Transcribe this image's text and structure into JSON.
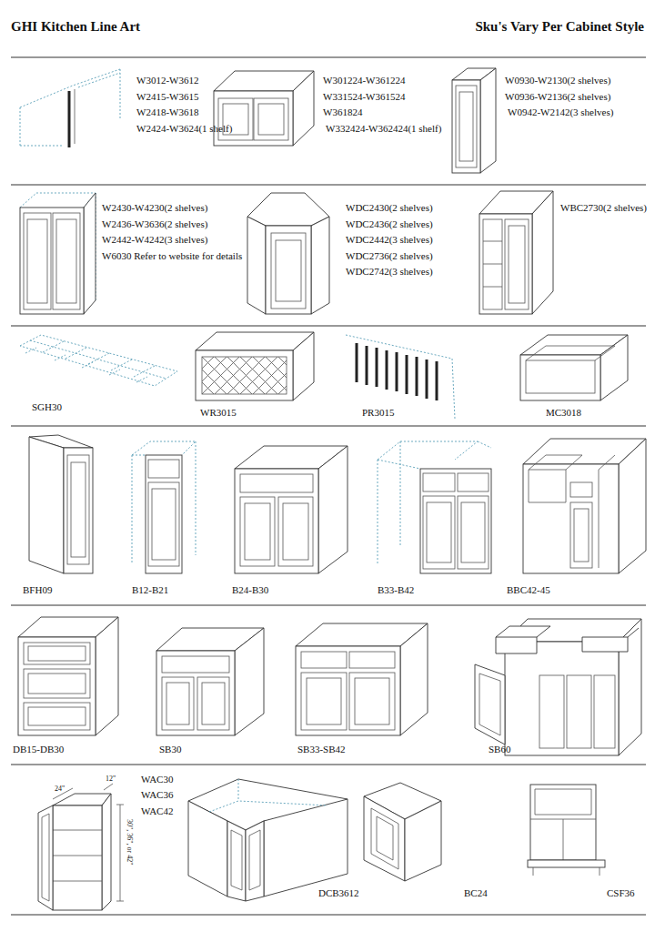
{
  "diagram": {
    "title": "GHI Kitchen Line Art",
    "labels": [
      "Sku's Vary Per Cabinet Style",
      "W3012-W3612",
      "W2415-W3615",
      "W2418-W3618",
      "W2424-W3624(1 shelf)",
      "W301224-W361224",
      "W331524-W361524",
      "W361824",
      "W332424-W362424(1 shelf)",
      "W0930-W2130(2 shelves)",
      "W0936-W2136(2 shelves)",
      "W0942-W2142(3 shelves)",
      "W2430-W4230(2 shelves)",
      "W2436-W3636(2 shelves)",
      "W2442-W4242(3 shelves)",
      "W6030 Refer to website for details",
      "WDC2430(2 shelves)",
      "WDC2436(2 shelves)",
      "WDC2442(3 shelves)",
      "WDC2736(2 shelves)",
      "WDC2742(3 shelves)",
      "WBC2730(2 shelves)",
      "SGH30",
      "WR3015",
      "PR3015",
      "MC3018",
      "BFH09",
      "B12-B21",
      "B24-B30",
      "B33-B42",
      "BBC42-45",
      "DB15-DB30",
      "SB30",
      "SB33-SB42",
      "SB60",
      "WAC30",
      "WAC36",
      "WAC42",
      "24\"",
      "12\"",
      "30\", 36\", or 42\"",
      "DCB3612",
      "BC24",
      "CSF36"
    ]
  }
}
